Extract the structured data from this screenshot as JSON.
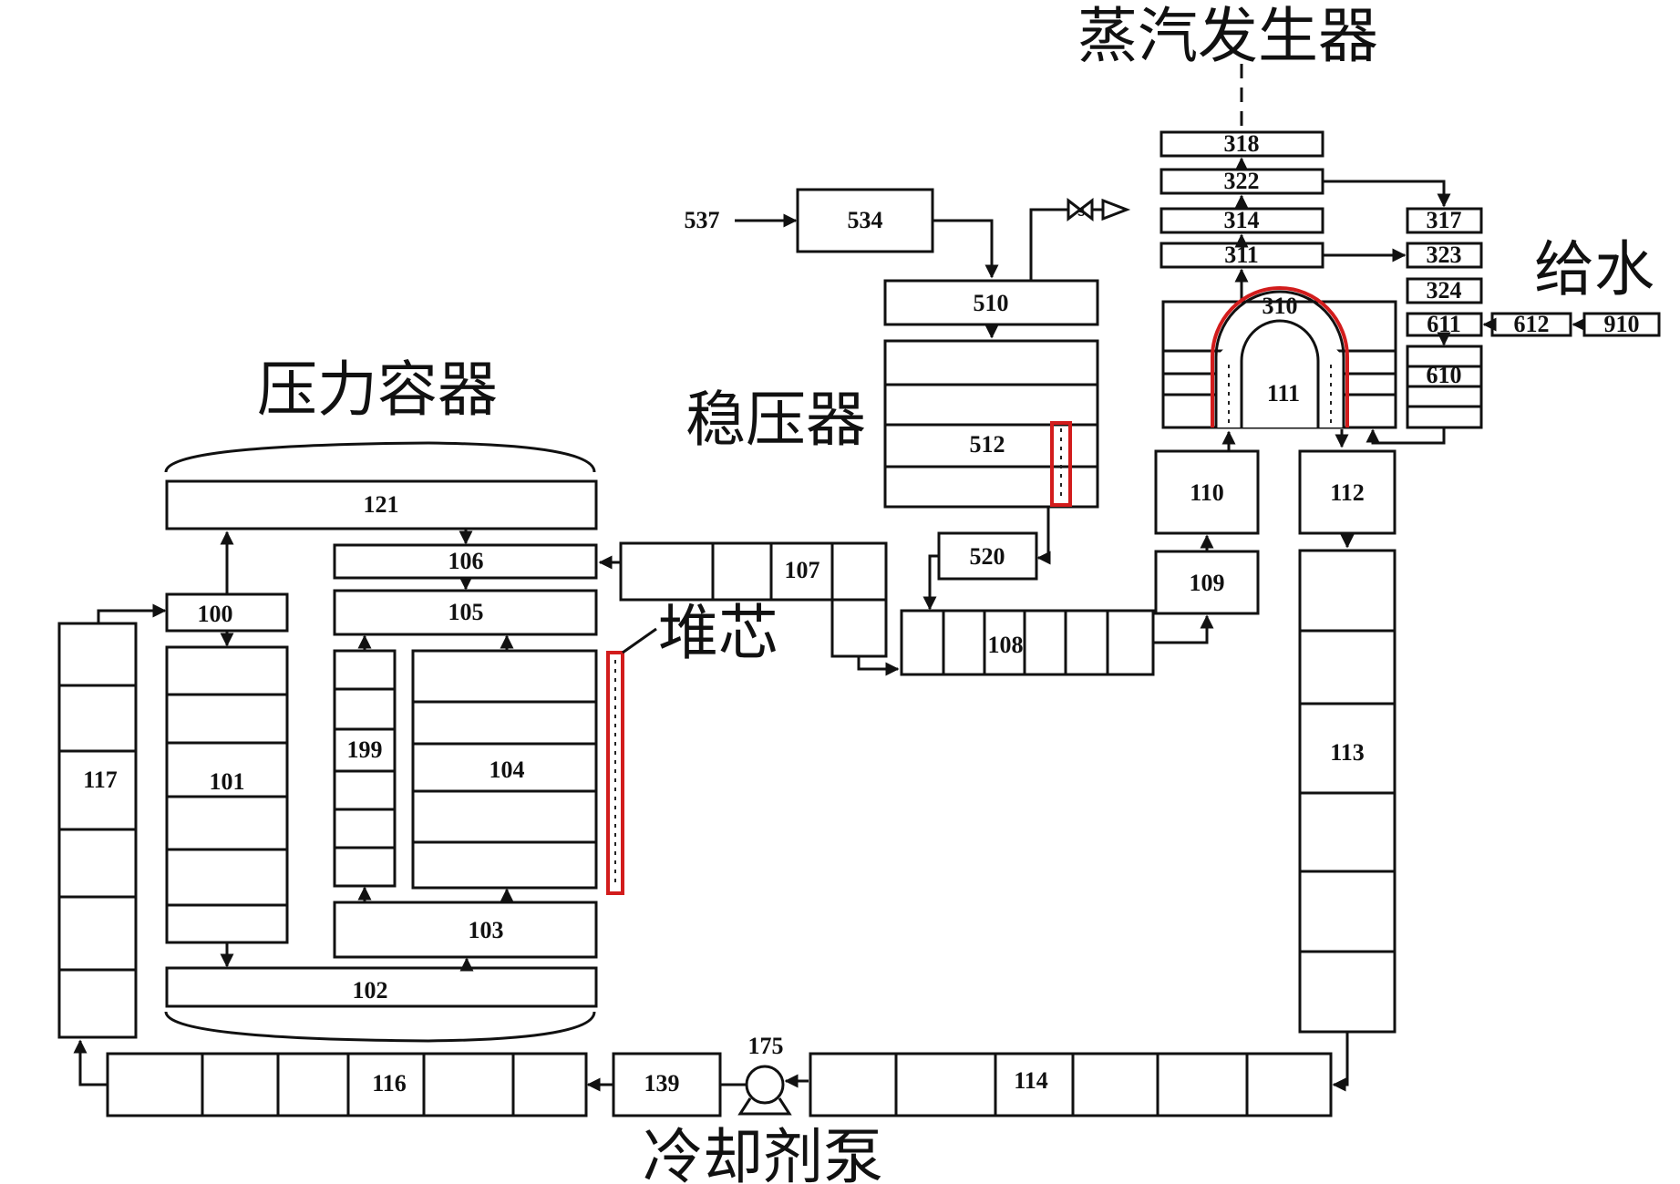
{
  "labels": {
    "pressure_vessel": "压力容器",
    "pressurizer": "稳压器",
    "steam_generator": "蒸汽发生器",
    "feedwater": "给水",
    "core": "堆芯",
    "coolant_pump": "冷却剂泵"
  },
  "nodes": {
    "n121": "121",
    "n106": "106",
    "n105": "105",
    "n100": "100",
    "n101": "101",
    "n199": "199",
    "n104": "104",
    "n103": "103",
    "n102": "102",
    "n117": "117",
    "n116": "116",
    "n139": "139",
    "n175": "175",
    "n114": "114",
    "n113": "113",
    "n112": "112",
    "n111": "111",
    "n110": "110",
    "n109": "109",
    "n108": "108",
    "n107": "107",
    "n520": "520",
    "n512": "512",
    "n510": "510",
    "n534": "534",
    "n537": "537",
    "n318": "318",
    "n322": "322",
    "n314": "314",
    "n311": "311",
    "n310": "310",
    "n317": "317",
    "n323": "323",
    "n324": "324",
    "n611": "611",
    "n612": "612",
    "n910": "910",
    "n610": "610"
  },
  "colors": {
    "line": "#111111",
    "highlight": "#d21c1c",
    "background": "#ffffff"
  }
}
